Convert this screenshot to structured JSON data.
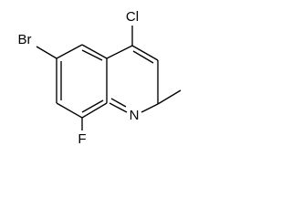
{
  "molecule": {
    "atoms": {
      "chlorine": "Cl",
      "bromine": "Br",
      "fluorine": "F",
      "nitrogen": "N"
    }
  }
}
